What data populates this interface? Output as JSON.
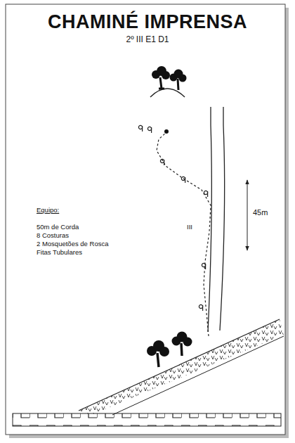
{
  "diagram": {
    "title": "CHAMINÉ IMPRENSA",
    "labels": [
      "2º III E1 D1",
      "Equipo:",
      "50m de Corda",
      "8 Costuras",
      "2 Mosquetões de Rosca",
      "Fitas Tubulares",
      "III",
      "45m"
    ]
  }
}
